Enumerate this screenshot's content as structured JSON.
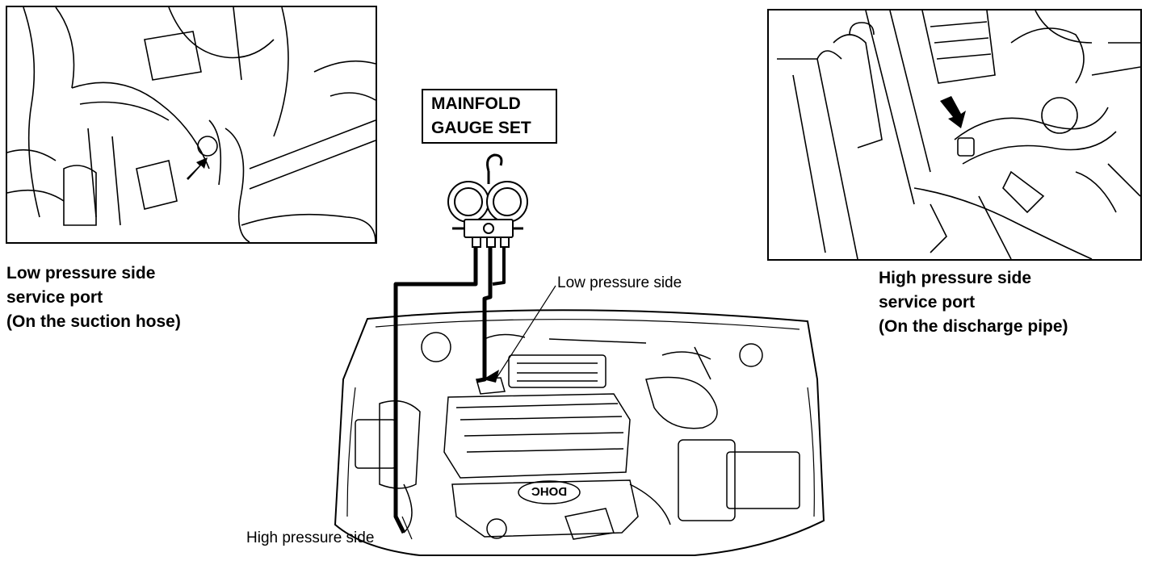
{
  "gauge_set": {
    "line1": "MAINFOLD",
    "line2": "GAUGE SET"
  },
  "left_inset": {
    "caption": [
      "Low pressure side",
      "service port",
      "(On the suction hose)"
    ]
  },
  "right_inset": {
    "caption": [
      "High pressure side",
      "service port",
      "(On the discharge pipe)"
    ]
  },
  "callouts": {
    "low_pressure": "Low pressure side",
    "high_pressure": "High pressure side"
  },
  "engine_badge": "DOHC"
}
